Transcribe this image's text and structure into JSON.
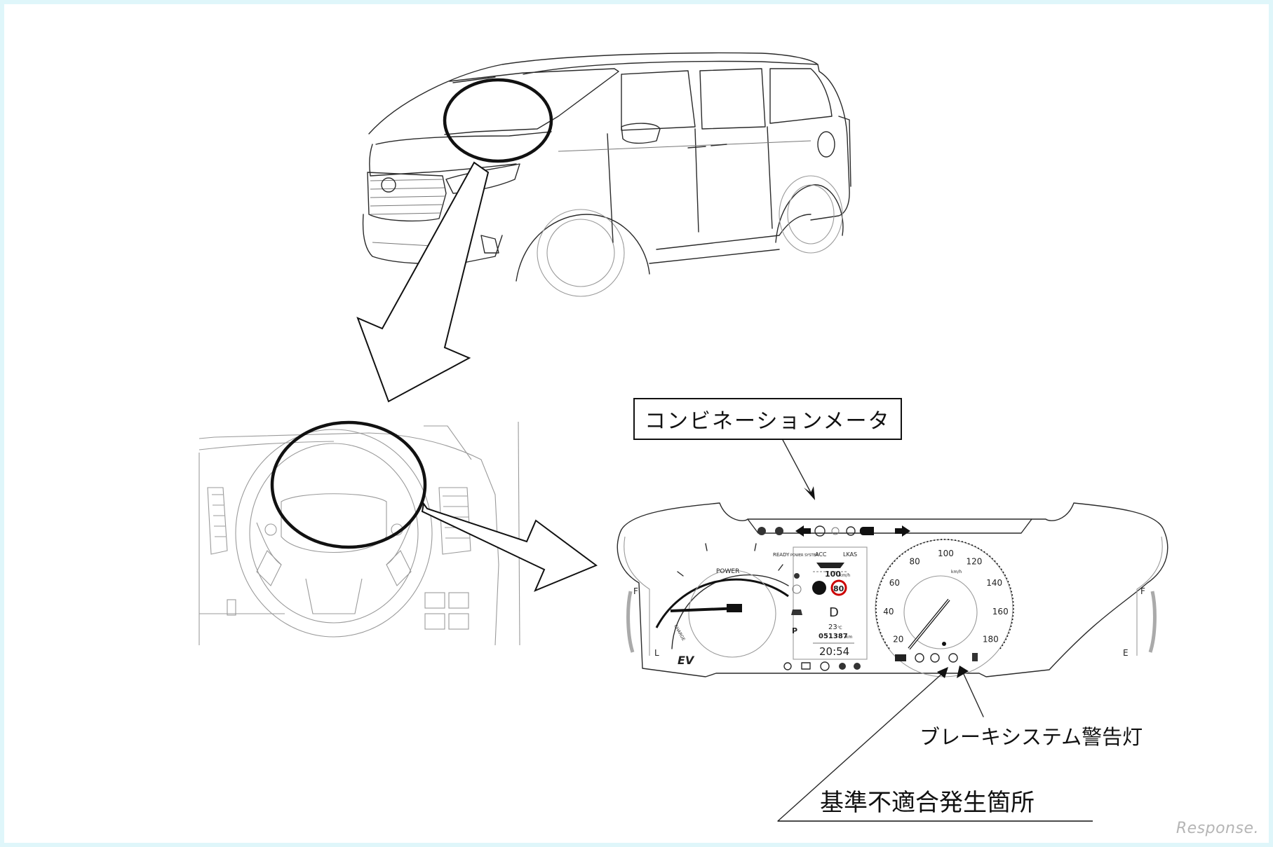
{
  "labels": {
    "combination_meter": "コンビネーションメータ",
    "brake_warning_light": "ブレーキシステム警告灯",
    "nonconformity_location": "基準不適合発生箇所"
  },
  "cluster": {
    "power_label": "POWER",
    "ready": "READY",
    "power_system": "POWER SYSTEM",
    "acc": "ACC",
    "lkas": "LKAS",
    "set_speed": "100",
    "set_speed_unit": "km/h",
    "speed_limit_sign": "80",
    "gear": "D",
    "outside_temp": "23",
    "temp_unit": "℃",
    "odometer": "051387",
    "odometer_unit": "km",
    "clock": "20:54",
    "ev_label": "EV",
    "charge_label": "CHARGE",
    "speedo_unit": "km/h",
    "speed_ticks": [
      "20",
      "40",
      "60",
      "80",
      "100",
      "120",
      "140",
      "160",
      "180"
    ],
    "fuel_full": "F",
    "fuel_empty": "E",
    "temp_high": "F",
    "temp_low": "L"
  },
  "watermark": "Response."
}
